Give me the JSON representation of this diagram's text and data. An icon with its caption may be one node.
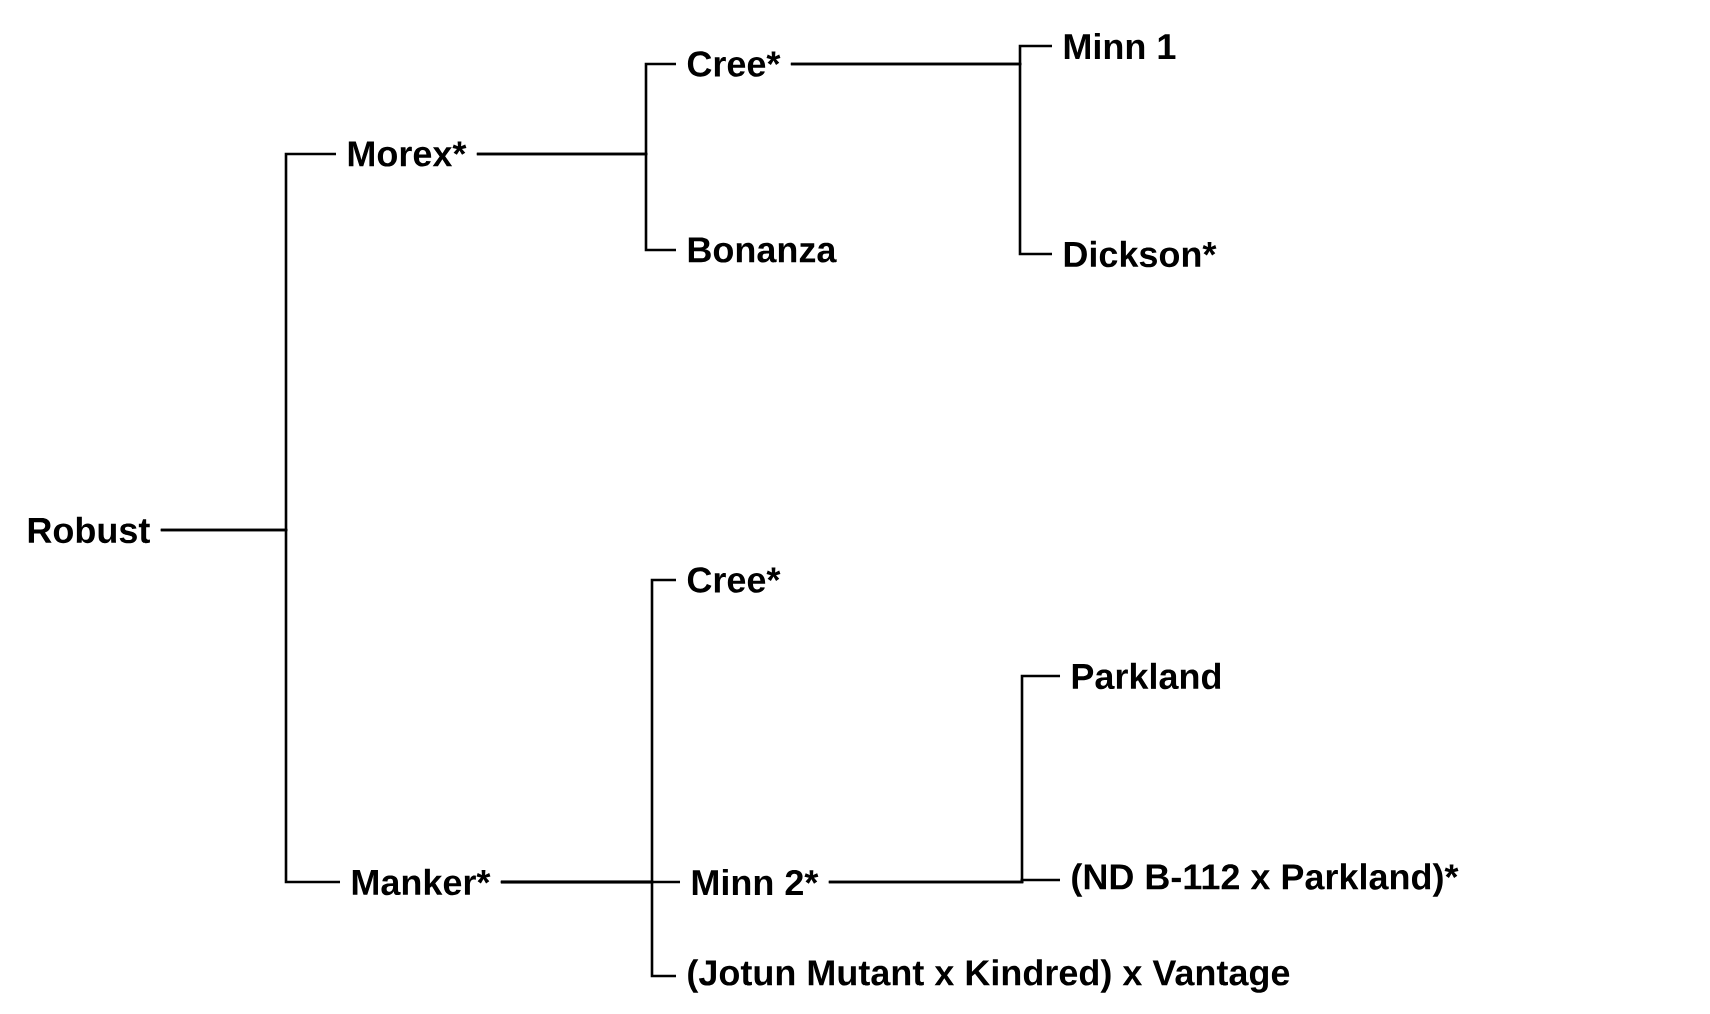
{
  "diagram": {
    "nodes": [
      {
        "text": [
          "Robust"
        ]
      },
      {
        "text": [
          "Morex*"
        ]
      },
      {
        "text": [
          "Manker*"
        ]
      },
      {
        "text": [
          "Cree*"
        ]
      },
      {
        "text": [
          "Bonanza"
        ]
      },
      {
        "text": [
          "Minn 1"
        ]
      },
      {
        "text": [
          "Dickson*"
        ]
      },
      {
        "text": [
          "Cree*"
        ]
      },
      {
        "text": [
          "Minn 2*"
        ]
      },
      {
        "text": [
          "(Jotun Mutant x Kindred) x Vantage"
        ]
      },
      {
        "text": [
          "Parkland"
        ]
      },
      {
        "text": [
          "(ND B-112 x Parkland)*"
        ]
      }
    ],
    "edges": [
      {
        "from": 0,
        "to": 1,
        "arrow": "none"
      },
      {
        "from": 0,
        "to": 2,
        "arrow": "none"
      },
      {
        "from": 1,
        "to": 3,
        "arrow": "none"
      },
      {
        "from": 1,
        "to": 4,
        "arrow": "none"
      },
      {
        "from": 3,
        "to": 5,
        "arrow": "none"
      },
      {
        "from": 3,
        "to": 6,
        "arrow": "none"
      },
      {
        "from": 2,
        "to": 7,
        "arrow": "none"
      },
      {
        "from": 2,
        "to": 8,
        "arrow": "none"
      },
      {
        "from": 2,
        "to": 9,
        "arrow": "none"
      },
      {
        "from": 8,
        "to": 10,
        "arrow": "none"
      },
      {
        "from": 8,
        "to": 11,
        "arrow": "none"
      }
    ]
  }
}
